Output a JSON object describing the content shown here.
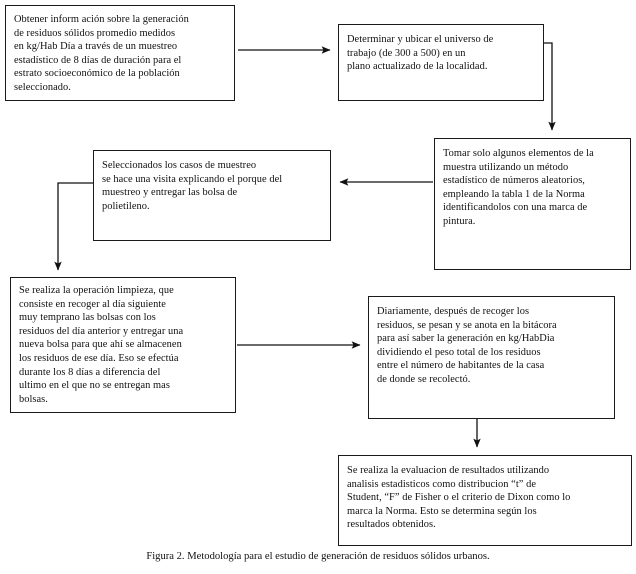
{
  "figure": {
    "caption": "Figura 2. Metodología para el estudio de generación de residuos sólidos urbanos."
  },
  "diagram": {
    "type": "flowchart",
    "orientation": "serpentine-vertical",
    "nodes": [
      {
        "id": "n1",
        "order": 1,
        "text": "Obtener inform ación sobre la generación\nde residuos sólidos promedio medidos\n en kg/Hab Día a través de un muestreo\nestadístico de 8 días de duración para el\nestrato socioeconómico de la población\nseleccionado."
      },
      {
        "id": "n2",
        "order": 2,
        "text": "Determinar y ubicar el universo de\ntrabajo (de 300 a 500) en un\nplano actualizado de la localidad."
      },
      {
        "id": "n3",
        "order": 3,
        "text": "Tomar solo algunos elementos de la\nmuestra utilizando un método\nestadístico de números aleatorios,\nempleando la tabla 1 de la Norma\nidentificandolos con una marca de\npintura."
      },
      {
        "id": "n4",
        "order": 4,
        "text": "Seleccionados los casos de muestreo\nse hace una visita explicando el porque del\nmuestreo y entregar las bolsa de\npolietileno."
      },
      {
        "id": "n5",
        "order": 5,
        "text": "Se realiza la operación limpieza, que\nconsiste en recoger al día siguiente\nmuy temprano las bolsas con los\nresiduos del día anterior y entregar una\n nueva bolsa para que ahí se almacenen\nlos residuos de ese día. Eso se efectúa\ndurante los 8 días a diferencia del\nultimo en el que no se entregan mas\nbolsas."
      },
      {
        "id": "n6",
        "order": 6,
        "text": "Diariamente, después de recoger los\nresiduos, se pesan y se anota en la bitácora\npara así saber la generación en kg/HabDia\ndividiendo el peso total de los residuos\nentre el número de habitantes de la casa\nde donde se recolectó."
      },
      {
        "id": "n7",
        "order": 7,
        "text": "Se realiza la evaluacion de resultados utilizando\nanalisis estadisticos como distribucion “t” de\nStudent, “F” de Fisher o el criterio de Dixon como lo\nmarca la Norma. Esto se determina según los\nresultados obtenidos."
      }
    ],
    "edges": [
      {
        "from": "n1",
        "to": "n2",
        "direction": "right"
      },
      {
        "from": "n2",
        "to": "n3",
        "direction": "down"
      },
      {
        "from": "n3",
        "to": "n4",
        "direction": "left"
      },
      {
        "from": "n4",
        "to": "n5",
        "direction": "down"
      },
      {
        "from": "n5",
        "to": "n6",
        "direction": "right"
      },
      {
        "from": "n6",
        "to": "n7",
        "direction": "down"
      }
    ],
    "colors": {
      "stroke": "#1a1a1a",
      "fill": "#ffffff",
      "text": "#111111"
    }
  }
}
